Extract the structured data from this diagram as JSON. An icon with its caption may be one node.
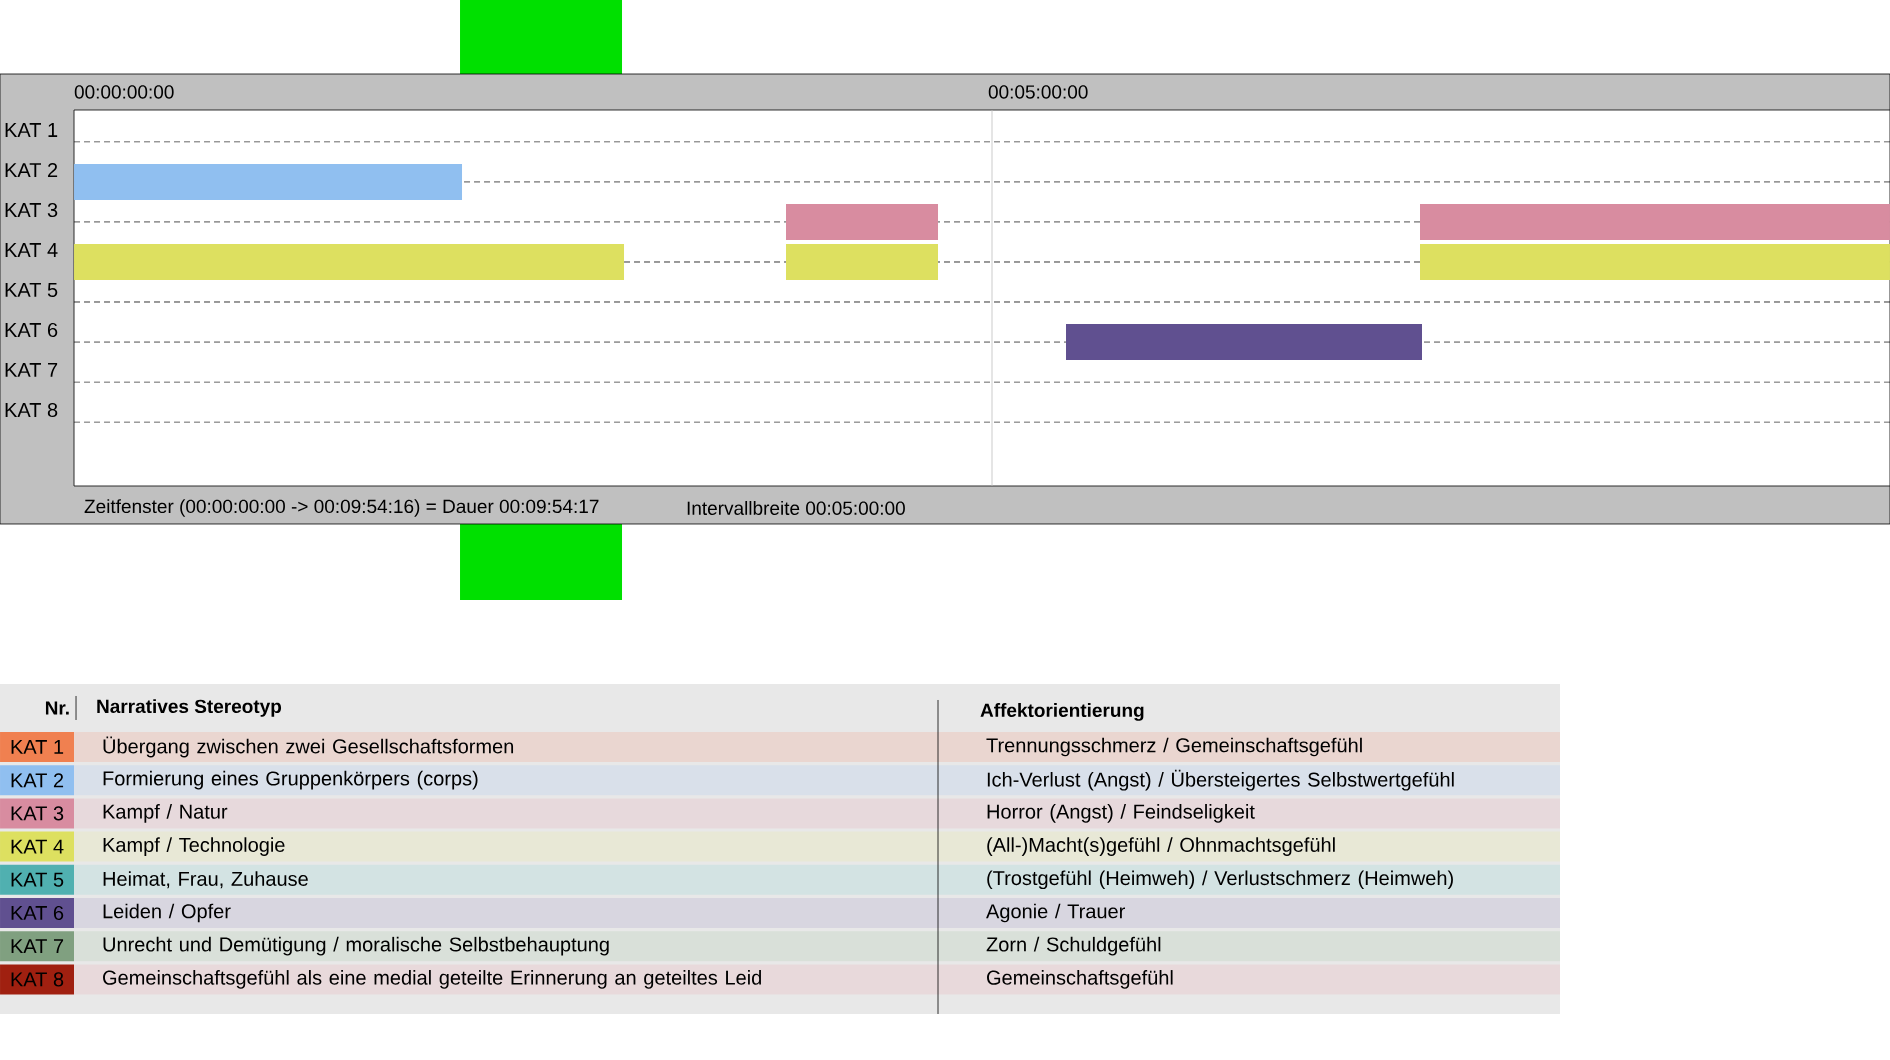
{
  "diagram": {
    "labels": [
      "00:00:00:00",
      "00:05:00:00",
      "KAT 1",
      "KAT 2",
      "KAT 3",
      "KAT 4",
      "KAT 5",
      "KAT 6",
      "KAT 7",
      "KAT 8",
      "Zeitfenster (00:00:00:00 -> 00:09:54:16) = Dauer 00:09:54:17",
      "Intervallbreite 00:05:00:00",
      "Nr.",
      "Narratives Stereotyp",
      "Affektorientierung",
      "Übergang zwischen zwei Gesellschaftsformen",
      "Trennungsschmerz / Gemeinschaftsgefühl",
      "Formierung eines Gruppenkörpers (corps)",
      "Ich-Verlust (Angst) / Übersteigertes Selbstwertgefühl",
      "Kampf / Natur",
      "Horror (Angst) / Feindseligkeit",
      "Kampf / Technologie",
      "(All-)Macht(s)gefühl / Ohnmachtsgefühl",
      "Heimat, Frau, Zuhause",
      "(Trostgefühl (Heimweh) / Verlustschmerz (Heimweh)",
      "Leiden / Opfer",
      "Agonie / Trauer",
      "Unrecht und Demütigung / moralische Selbstbehauptung",
      "Zorn / Schuldgefühl",
      "Gemeinschaftsgefühl als eine medial geteilte Erinnerung an geteiltes Leid",
      "Gemeinschaftsgefühl"
    ],
    "legend": [
      {
        "text": "KAT 1",
        "color": "#f08050"
      },
      {
        "text": "KAT 2",
        "color": "#90bff0"
      },
      {
        "text": "KAT 3",
        "color": "#d88ca0"
      },
      {
        "text": "KAT 4",
        "color": "#dde060"
      },
      {
        "text": "KAT 5",
        "color": "#50b0b0"
      },
      {
        "text": "KAT 6",
        "color": "#605090"
      },
      {
        "text": "KAT 7",
        "color": "#80a080"
      },
      {
        "text": "KAT 8",
        "color": "#a02010"
      }
    ]
  }
}
